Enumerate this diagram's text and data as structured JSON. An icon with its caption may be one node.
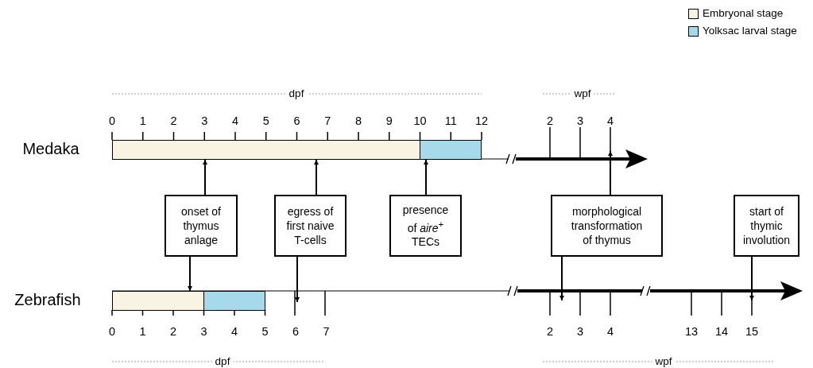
{
  "diagram": {
    "nodes": [
      {
        "text": [],
        "shape": "bar"
      },
      {
        "text": [],
        "shape": "bar"
      },
      {
        "text": [
          "onset of thymus anlage"
        ]
      },
      {
        "text": [
          "egress of first naive T-cells"
        ]
      },
      {
        "text": [
          "presence of *aire*$^{+}$ TECs"
        ]
      },
      {
        "text": [
          "morphological transformation of thymus"
        ]
      },
      {
        "text": [
          "start of thymic involution"
        ]
      },
      {
        "text": [],
        "shape": "bar"
      },
      {
        "text": [],
        "shape": "bar"
      }
    ],
    "edges": [
      {
        "from": 2,
        "to": 0,
        "arrow": "to"
      },
      {
        "from": 2,
        "to": 7,
        "arrow": "to"
      },
      {
        "from": 3,
        "to": 0,
        "arrow": "to"
      },
      {
        "from": 3,
        "to": null,
        "arrow": "to"
      },
      {
        "from": 4,
        "to": 1,
        "arrow": "to"
      },
      {
        "from": 5,
        "to": null,
        "arrow": "to"
      },
      {
        "from": 5,
        "to": null,
        "arrow": "to"
      },
      {
        "from": 6,
        "to": null,
        "arrow": "to"
      }
    ],
    "labels": [
      "dpf",
      "wpf",
      "0",
      "1",
      "2",
      "3",
      "4",
      "5",
      "6",
      "7",
      "8",
      "9",
      "10",
      "11",
      "12",
      "2",
      "3",
      "4",
      "Medaka",
      "Zebrafish",
      "0",
      "1",
      "2",
      "3",
      "4",
      "5",
      "6",
      "7",
      "2",
      "3",
      "4",
      "13",
      "14",
      "15",
      "dpf",
      "wpf"
    ],
    "legend": [
      {
        "text": "Embryonal stage",
        "color": "#f8f3e2"
      },
      {
        "text": "Yolksac larval stage",
        "color": "#a6d9ea"
      }
    ]
  }
}
